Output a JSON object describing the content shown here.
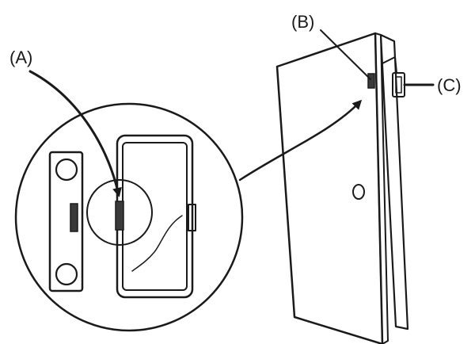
{
  "labels": {
    "a": "(A)",
    "b": "(B)",
    "c": "(C)"
  },
  "colors": {
    "ink": "#1a1a1a",
    "paper": "#ffffff",
    "magnet_fill": "#3a3a3a"
  }
}
